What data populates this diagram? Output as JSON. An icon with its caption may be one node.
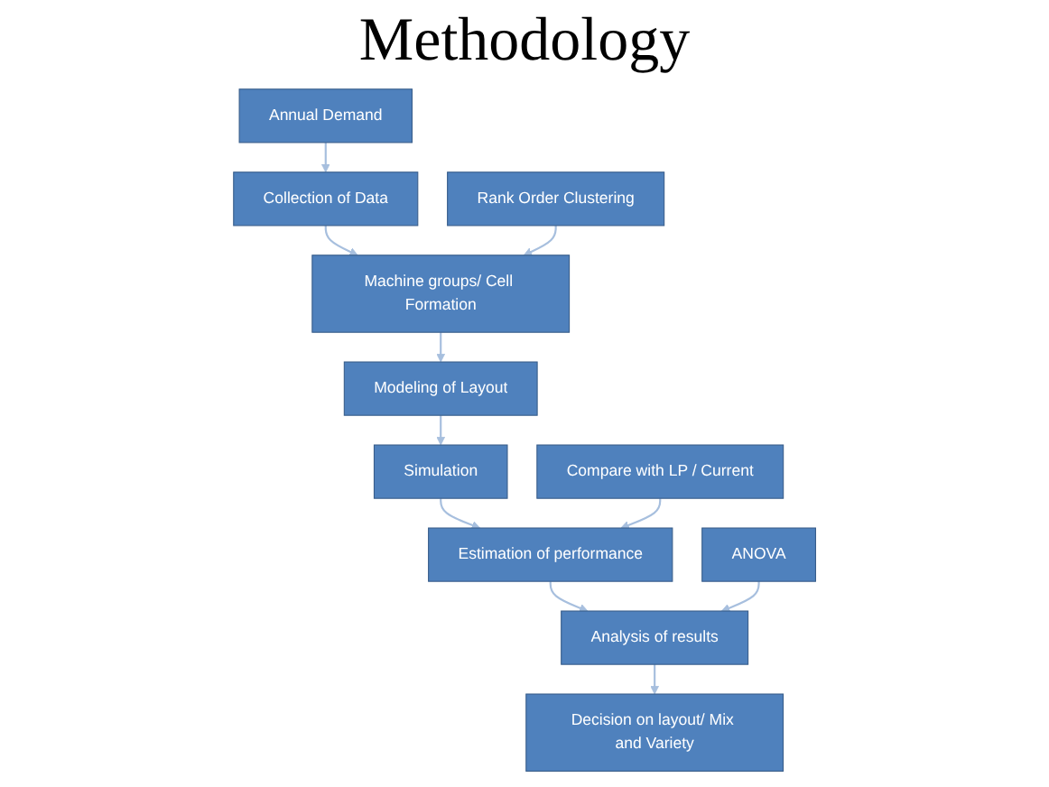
{
  "diagram": {
    "title": "Methodology",
    "nodes": [
      {
        "text": [
          "Collection of Data"
        ]
      },
      {
        "text": [
          "Annual Demand"
        ]
      },
      {
        "text": [
          "Machine groups/ Cell Formation"
        ]
      },
      {
        "text": [
          "Rank Order Clustering"
        ]
      },
      {
        "text": [
          "Modeling of Layout"
        ]
      },
      {
        "text": [
          "Simulation"
        ]
      },
      {
        "text": [
          "Estimation of performance"
        ]
      },
      {
        "text": [
          "Compare with LP / Current"
        ]
      },
      {
        "text": [
          "Analysis of results"
        ]
      },
      {
        "text": [
          "ANOVA"
        ]
      },
      {
        "text": [
          "Decision on layout/ Mix and Variety"
        ]
      }
    ],
    "edges": [
      {
        "from": 1,
        "to": 0,
        "arrow": "to"
      },
      {
        "from": 0,
        "to": 2,
        "arrow": "to"
      },
      {
        "from": 3,
        "to": 2,
        "arrow": "to"
      },
      {
        "from": 2,
        "to": 4,
        "arrow": "to"
      },
      {
        "from": 4,
        "to": 5,
        "arrow": "to"
      },
      {
        "from": 5,
        "to": 6,
        "arrow": "to"
      },
      {
        "from": 7,
        "to": 6,
        "arrow": "to"
      },
      {
        "from": 6,
        "to": 8,
        "arrow": "to"
      },
      {
        "from": 9,
        "to": 8,
        "arrow": "to"
      },
      {
        "from": 8,
        "to": 10,
        "arrow": "to"
      }
    ]
  }
}
